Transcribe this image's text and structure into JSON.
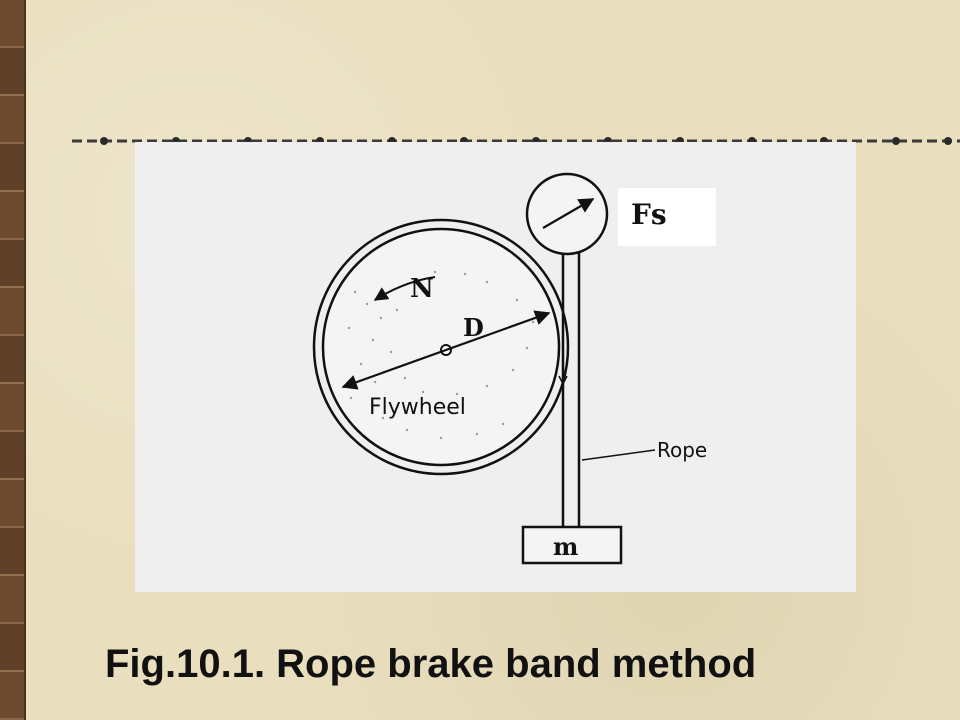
{
  "slide": {
    "caption": "Fig.10.1. Rope brake band method",
    "colors": {
      "background": "#e9dfbf",
      "left_strip": "#6b4a2f",
      "figure_background": "#efefef",
      "ink": "#111111"
    }
  },
  "diagram": {
    "labels": {
      "spring_balance": "Fs",
      "speed": "N",
      "diameter": "D",
      "flywheel": "Flywheel",
      "rope": "Rope",
      "mass": "m"
    }
  }
}
